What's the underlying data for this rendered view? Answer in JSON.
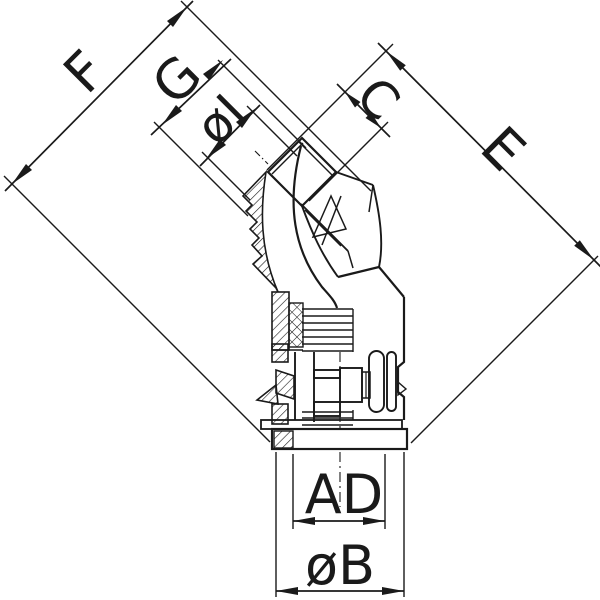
{
  "labels": {
    "f": "F",
    "g": "G",
    "i": "øI",
    "c": "C",
    "e": "E",
    "ad": "AD",
    "b": "øB"
  },
  "colors": {
    "ink": "#1a1a1a",
    "background": "#ffffff"
  }
}
